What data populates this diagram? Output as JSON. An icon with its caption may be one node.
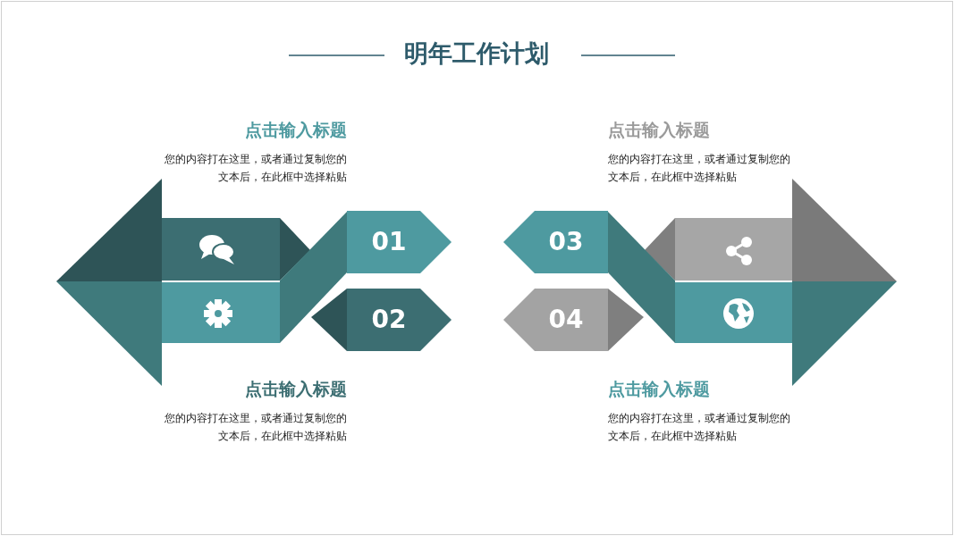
{
  "diagram": {
    "title": "明年工作计划",
    "nodes": [
      {
        "text": [
          "01"
        ]
      },
      {
        "text": [
          "02"
        ]
      },
      {
        "text": [
          "03"
        ]
      },
      {
        "text": [
          "04"
        ]
      }
    ],
    "labels": [
      "点击输入标题",
      "您的内容打在这里，或者通过复制您的文本后，在此框中选择粘贴",
      "点击输入标题",
      "您的内容打在这里，或者通过复制您的文本后，在此框中选择粘贴",
      "点击输入标题",
      "您的内容打在这里，或者通过复制您的文本后，在此框中选择粘贴",
      "点击输入标题",
      "您的内容打在这里，或者通过复制您的文本后，在此框中选择粘贴"
    ]
  }
}
